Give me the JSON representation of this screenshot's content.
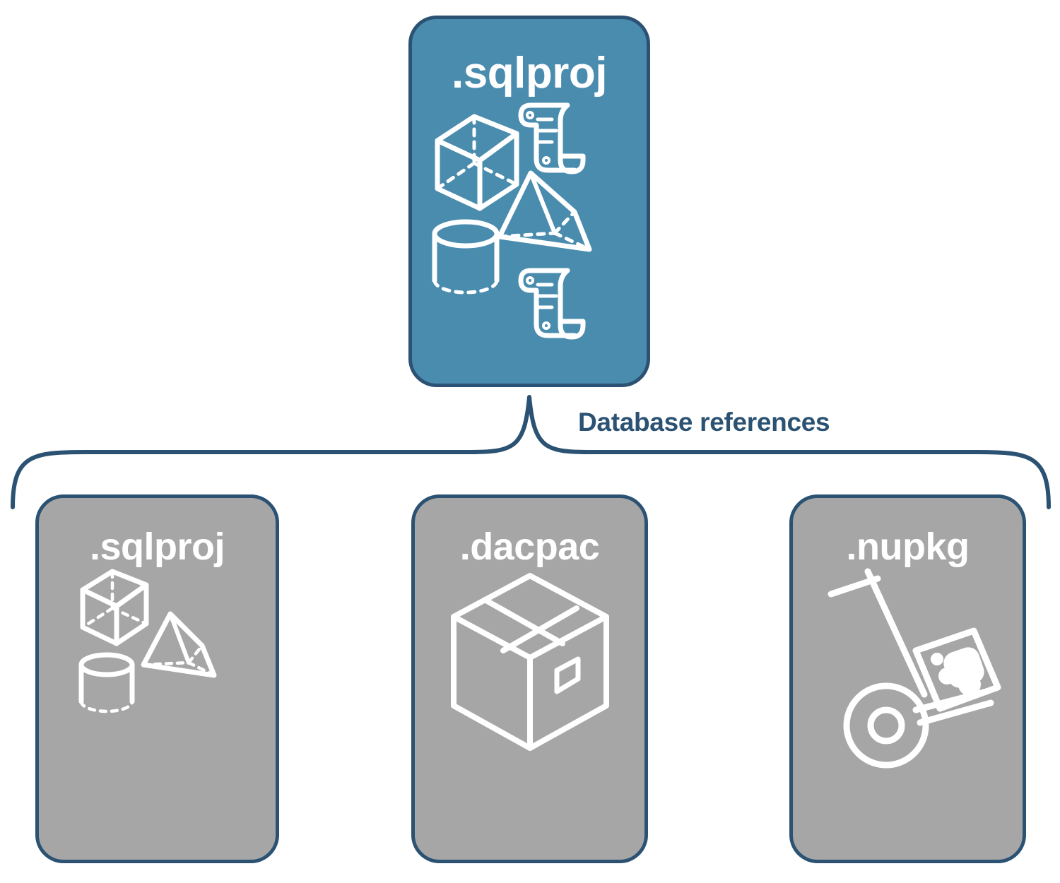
{
  "diagram": {
    "title": "Database references",
    "colors": {
      "primary_card_fill": "#4a8cae",
      "secondary_card_fill": "#a6a6a6",
      "card_border": "#2b5273",
      "brace_stroke": "#2b5273",
      "label_text": "#2b5273",
      "icon_stroke": "#ffffff",
      "card_title_text": "#ffffff",
      "background": "#ffffff"
    },
    "connector": {
      "kind": "curly-brace",
      "label": "Database references",
      "from": "sqlproj-project-card",
      "to": [
        "reference-sqlproj-card",
        "reference-dacpac-card",
        "reference-nupkg-card"
      ]
    },
    "primary": {
      "id": "sqlproj-project-card",
      "title": ".sqlproj",
      "icons": [
        "cube-icon",
        "pyramid-icon",
        "cylinder-icon",
        "scroll-icon",
        "scroll-icon"
      ]
    },
    "references": [
      {
        "id": "reference-sqlproj-card",
        "title": ".sqlproj",
        "icons": [
          "cube-icon",
          "pyramid-icon",
          "cylinder-icon"
        ]
      },
      {
        "id": "reference-dacpac-card",
        "title": ".dacpac",
        "icons": [
          "package-box-icon"
        ]
      },
      {
        "id": "reference-nupkg-card",
        "title": ".nupkg",
        "icons": [
          "hand-truck-icon",
          "nuget-package-icon"
        ]
      }
    ]
  }
}
